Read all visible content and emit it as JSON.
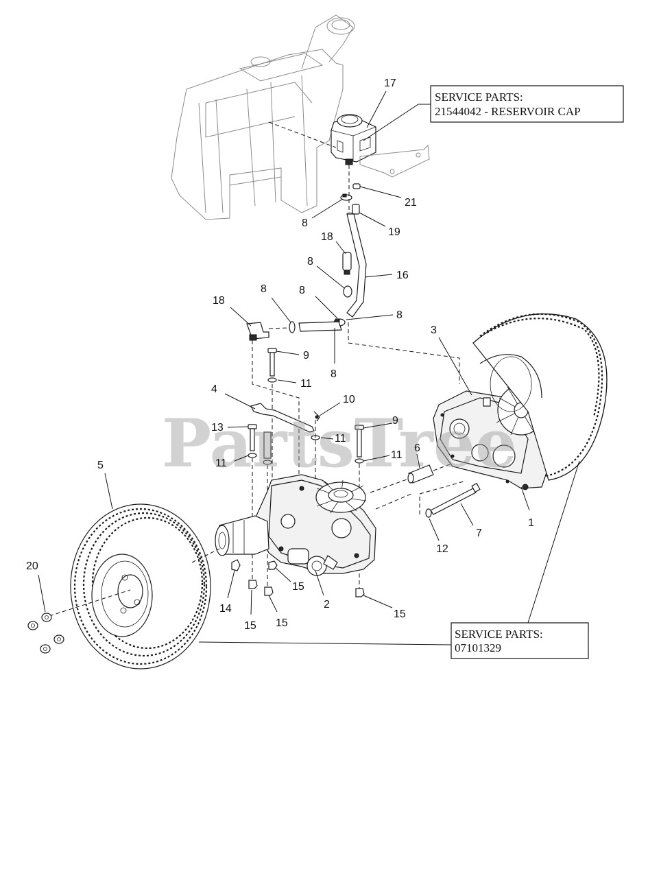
{
  "watermark": "PartsTree",
  "service_parts": [
    {
      "title": "SERVICE PARTS:",
      "detail": "21544042 - RESERVOIR CAP"
    },
    {
      "title": "SERVICE PARTS:",
      "detail": "07101329"
    }
  ],
  "callouts": [
    {
      "id": "c17",
      "label": "17"
    },
    {
      "id": "c21",
      "label": "21"
    },
    {
      "id": "c8a",
      "label": "8"
    },
    {
      "id": "c19",
      "label": "19"
    },
    {
      "id": "c18a",
      "label": "18"
    },
    {
      "id": "c8b",
      "label": "8"
    },
    {
      "id": "c16",
      "label": "16"
    },
    {
      "id": "c18b",
      "label": "18"
    },
    {
      "id": "c8c",
      "label": "8"
    },
    {
      "id": "c8d",
      "label": "8"
    },
    {
      "id": "c8e",
      "label": "8"
    },
    {
      "id": "c8f",
      "label": "8"
    },
    {
      "id": "c3",
      "label": "3"
    },
    {
      "id": "c9a",
      "label": "9"
    },
    {
      "id": "c11a",
      "label": "11"
    },
    {
      "id": "c4",
      "label": "4"
    },
    {
      "id": "c10",
      "label": "10"
    },
    {
      "id": "c9b",
      "label": "9"
    },
    {
      "id": "c13",
      "label": "13"
    },
    {
      "id": "c11b",
      "label": "11"
    },
    {
      "id": "c6",
      "label": "6"
    },
    {
      "id": "c11c",
      "label": "11"
    },
    {
      "id": "c11d",
      "label": "11"
    },
    {
      "id": "c5",
      "label": "5"
    },
    {
      "id": "c1",
      "label": "1"
    },
    {
      "id": "c7",
      "label": "7"
    },
    {
      "id": "c12",
      "label": "12"
    },
    {
      "id": "c20",
      "label": "20"
    },
    {
      "id": "c15a",
      "label": "15"
    },
    {
      "id": "c2",
      "label": "2"
    },
    {
      "id": "c14",
      "label": "14"
    },
    {
      "id": "c15b",
      "label": "15"
    },
    {
      "id": "c15c",
      "label": "15"
    },
    {
      "id": "c15d",
      "label": "15"
    }
  ]
}
